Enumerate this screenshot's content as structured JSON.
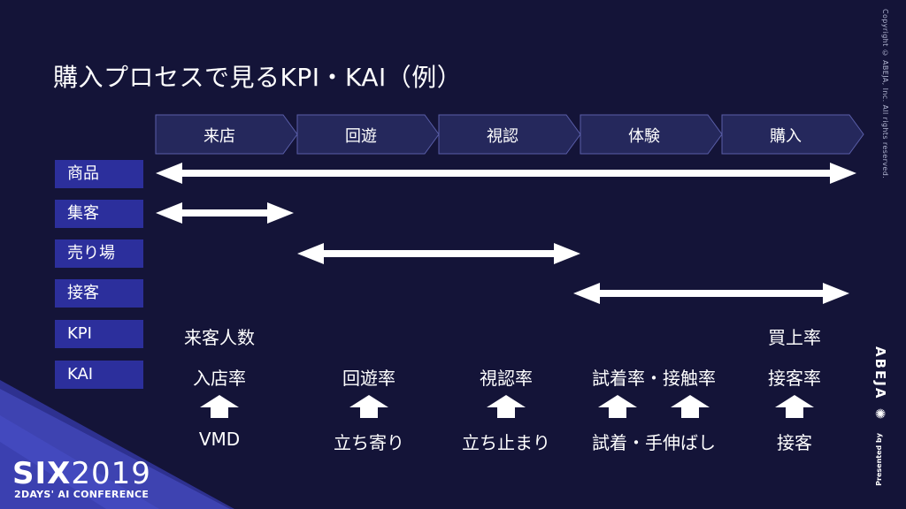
{
  "title": "購入プロセスで見るKPI・KAI（例）",
  "stages": [
    "来店",
    "回遊",
    "視認",
    "体験",
    "購入"
  ],
  "rows": [
    "商品",
    "集客",
    "売り場",
    "接客",
    "KPI",
    "KAI"
  ],
  "kpi": [
    "来客人数",
    "買上率"
  ],
  "kai": [
    "入店率",
    "回遊率",
    "視認率",
    "試着率・接触率",
    "接客率"
  ],
  "actions": [
    "VMD",
    "立ち寄り",
    "立ち止まり",
    "試着・手伸ばし",
    "接客"
  ],
  "colors": {
    "background": "#141438",
    "stage_fill": "#25285c",
    "stage_stroke": "#5a5ea8",
    "row_fill": "#2c2f9c",
    "arrow": "#ffffff",
    "corner_a": "#2e3190",
    "corner_b": "#4a50c8"
  },
  "brand": {
    "logo_main": "SIX",
    "logo_year": "2019",
    "subtitle": "2DAYS' AI CONFERENCE"
  },
  "footer": {
    "copyright": "Copyright © ABEJA, Inc. All rights reserved.",
    "presented_by": "Presented by",
    "company": "ABEJA"
  },
  "icons": [
    "double-headed-arrow-icon",
    "up-arrow-icon",
    "abeja-logo-icon"
  ]
}
